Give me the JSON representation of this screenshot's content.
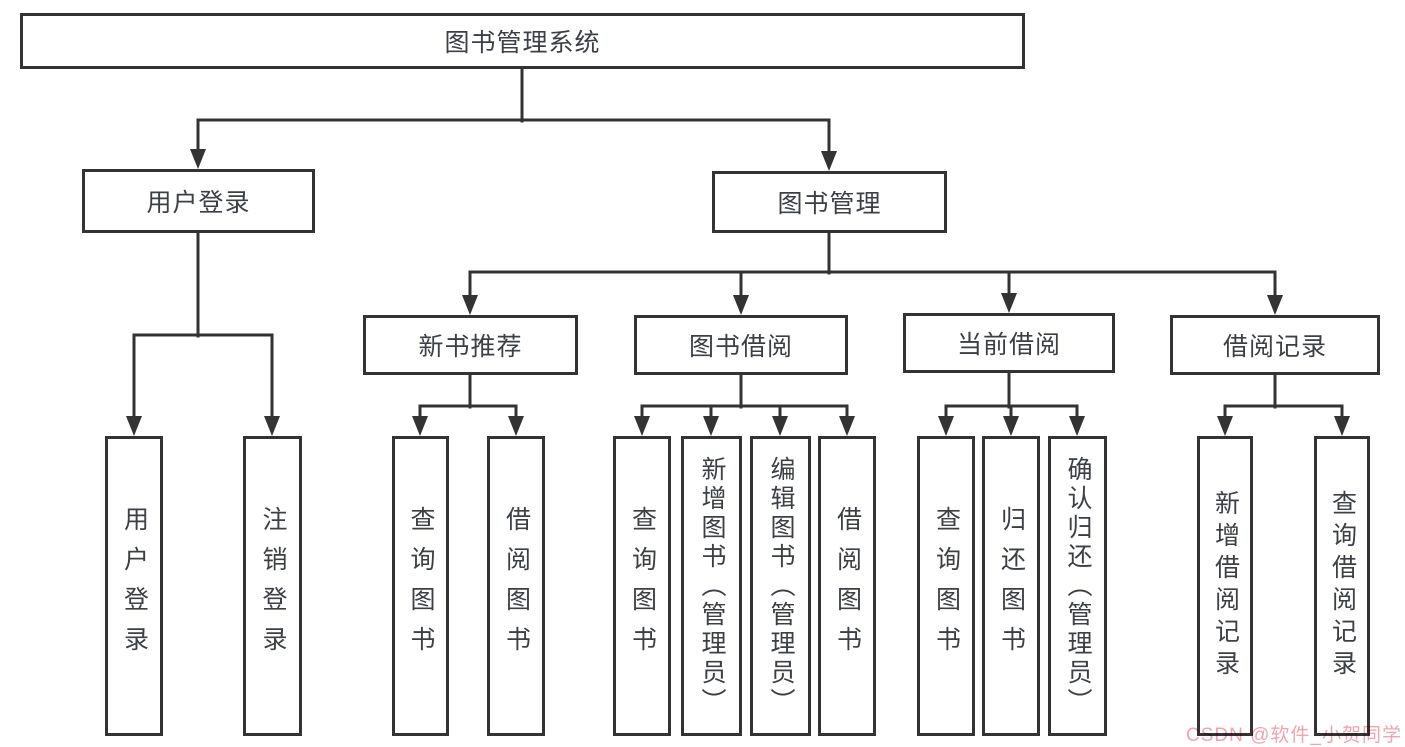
{
  "colors": {
    "line": "#333333",
    "text": "#3c4046",
    "watermark": "#f2a3ad",
    "background": "#ffffff"
  },
  "watermark": "CSDN @软件_小贺同学",
  "tree": {
    "root": {
      "label": "图书管理系统"
    },
    "branches": [
      {
        "label": "用户登录",
        "children": [
          {
            "label": "用户登录"
          },
          {
            "label": "注销登录"
          }
        ]
      },
      {
        "label": "图书管理",
        "children": [
          {
            "label": "新书推荐",
            "children": [
              {
                "label": "查询图书"
              },
              {
                "label": "借阅图书"
              }
            ]
          },
          {
            "label": "图书借阅",
            "children": [
              {
                "label": "查询图书"
              },
              {
                "label": "新增图书（管理员）"
              },
              {
                "label": "编辑图书（管理员）"
              },
              {
                "label": "借阅图书"
              }
            ]
          },
          {
            "label": "当前借阅",
            "children": [
              {
                "label": "查询图书"
              },
              {
                "label": "归还图书"
              },
              {
                "label": "确认归还（管理员）"
              }
            ]
          },
          {
            "label": "借阅记录",
            "children": [
              {
                "label": "新增借阅记录"
              },
              {
                "label": "查询借阅记录"
              }
            ]
          }
        ]
      }
    ]
  }
}
